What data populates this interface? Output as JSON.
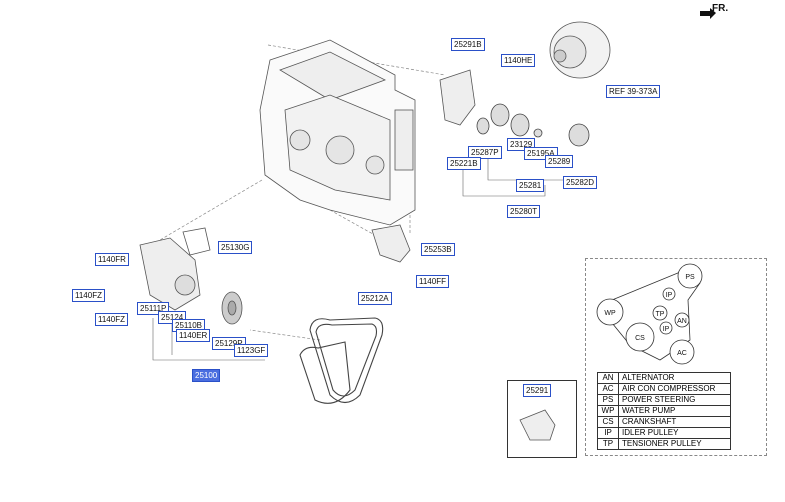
{
  "orientation": "FR.",
  "parts": {
    "p25291b": "25291B",
    "p1140he": "1140HE",
    "pref": "REF 39-373A",
    "p25287p": "25287P",
    "p25221b": "25221B",
    "p23129": "23129",
    "p25195a": "25195A",
    "p25289": "25289",
    "p25281": "25281",
    "p25282d": "25282D",
    "p25280t": "25280T",
    "p25130g": "25130G",
    "p25253b": "25253B",
    "p1140ff": "1140FF",
    "p1140fr": "1140FR",
    "p1140fz_a": "1140FZ",
    "p1140fz_b": "1140FZ",
    "p25111p": "25111P",
    "p25124": "25124",
    "p25110b": "25110B",
    "p1140er": "1140ER",
    "p25129p": "25129P",
    "p1123gf": "1123GF",
    "p25100": "25100",
    "p25212a": "25212A",
    "p25291": "25291"
  },
  "belt_diagram": {
    "pulleys": [
      "PS",
      "WP",
      "TP",
      "IP",
      "CS",
      "AN",
      "IP",
      "AC"
    ]
  },
  "legend": [
    {
      "code": "AN",
      "desc": "ALTERNATOR"
    },
    {
      "code": "AC",
      "desc": "AIR CON COMPRESSOR"
    },
    {
      "code": "PS",
      "desc": "POWER STEERING"
    },
    {
      "code": "WP",
      "desc": "WATER PUMP"
    },
    {
      "code": "CS",
      "desc": "CRANKSHAFT"
    },
    {
      "code": "IP",
      "desc": "IDLER PULLEY"
    },
    {
      "code": "TP",
      "desc": "TENSIONER PULLEY"
    }
  ]
}
